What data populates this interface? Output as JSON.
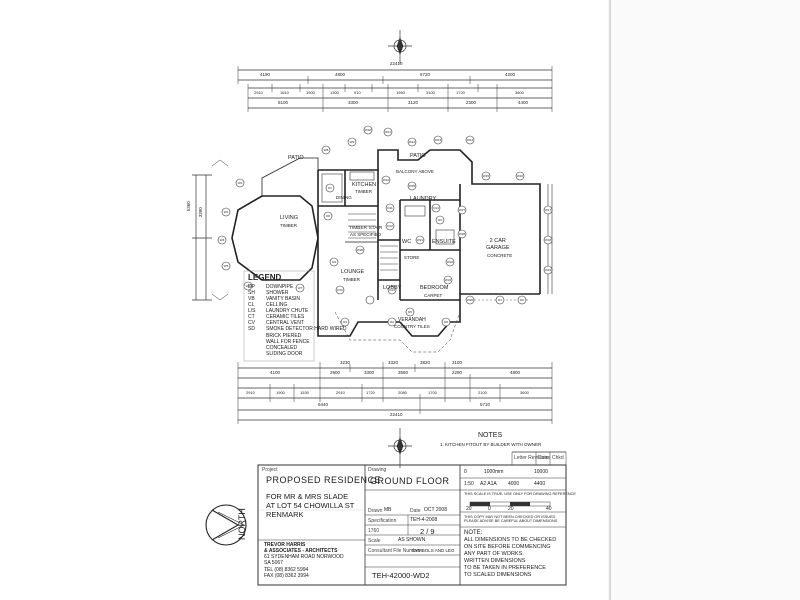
{
  "plan": {
    "rooms": {
      "patio_left": "PATIO",
      "patio_right": "PATIO",
      "living": "LIVING",
      "living_sub": "TIMBER",
      "kitchen": "KITCHEN",
      "kitchen_sub": "TIMBER",
      "dining": "DINING",
      "lounge": "LOUNGE",
      "lounge_sub": "TIMBER",
      "timber_stair": "TIMBER STAIR",
      "timber_stair_sub": "AS SPECIFIED",
      "laundry": "LAUNDRY",
      "ensuite": "ENSUITE",
      "wc": "WC",
      "store": "STORE",
      "lobby": "LOBBY",
      "bedroom": "BEDROOM",
      "bedroom_sub": "CARPET",
      "garage": "2 CAR\nGARAGE",
      "garage_sub": "CONCRETE",
      "verandah": "VERANDAH",
      "verandah_sub": "COUNTRY TILES",
      "balcony_above": "BALCONY ABOVE"
    },
    "dims_top": {
      "overall": "22410",
      "row1": [
        "4190",
        "4800",
        "5720",
        "4200"
      ],
      "row2": [
        "2910",
        "1610",
        "1900",
        "1300",
        "910",
        "1950",
        "3100",
        "1720",
        "3600"
      ],
      "row3": [
        "6100",
        "3300",
        "3120",
        "2300",
        "4400"
      ]
    },
    "dims_bottom": {
      "overall": "22410",
      "row1": [
        "3230",
        "3320",
        "3820",
        "3100"
      ],
      "row2": [
        "4100",
        "2900",
        "3300",
        "3560",
        "2290",
        "4800"
      ],
      "row3": [
        "2910",
        "1900",
        "1530",
        "2910",
        "1720",
        "2080",
        "1700",
        "2100",
        "3600"
      ],
      "row4": [
        "9440",
        "5710"
      ]
    },
    "dims_left": [
      "5360",
      "3390"
    ],
    "callouts": [
      "W1",
      "W2",
      "W3",
      "W4",
      "W5",
      "W6",
      "W7",
      "W8",
      "W9",
      "W10",
      "W11",
      "W12",
      "W13",
      "W14",
      "W15",
      "W16",
      "W17",
      "W18",
      "W19",
      "W20",
      "D1",
      "D2",
      "D3",
      "D4",
      "D5",
      "D6",
      "D7",
      "D8",
      "D9",
      "D10",
      "D11",
      "D12",
      "D13",
      "D14",
      "W21",
      "W22",
      "W23",
      "W24",
      "W25",
      "W26",
      "W27",
      "W28"
    ]
  },
  "legend": {
    "title": "LEGEND",
    "items": [
      {
        "code": "DP",
        "desc": "DOWNPIPE"
      },
      {
        "code": "SH",
        "desc": "SHOWER"
      },
      {
        "code": "VB",
        "desc": "VANITY BASIN"
      },
      {
        "code": "CL",
        "desc": "CELLING"
      },
      {
        "code": "L/S",
        "desc": "LAUNDRY CHUTE"
      },
      {
        "code": "CT",
        "desc": "CERAMIC TILES"
      },
      {
        "code": "CV",
        "desc": "CENTRAL VENT"
      },
      {
        "code": "SD",
        "desc": "SMOKE DETECTOR HARD WIRED"
      },
      {
        "code": "",
        "desc": "BRICK PIERED WALL FOR FENCE"
      },
      {
        "code": "",
        "desc": "CONCEALED SLIDING DOOR"
      }
    ]
  },
  "notes": {
    "title": "NOTES",
    "line1": "1. KITCHEN FITOUT BY BUILDER WITH OWNER"
  },
  "north_label": "NORTH",
  "title_block": {
    "project_caption": "Project",
    "project_title": "PROPOSED RESIDENCE",
    "client_lines": [
      "FOR MR & MRS SLADE",
      "AT LOT 54 CHOWILLA ST",
      "RENMARK"
    ],
    "firm_lines": [
      "TREVOR HARRIS",
      "& ASSOCIATES - ARCHITECTS",
      "61 SYDENHAM ROAD NORWOOD",
      "SA 5067",
      "TEL (08) 8362 5994",
      "FAX (08) 8362 3994"
    ],
    "drawing_caption": "Drawing",
    "drawing_title": "GROUND FLOOR",
    "drawn_caption": "Drawn",
    "drawn_value": "MB",
    "date_caption": "Date",
    "date_value": "OCT 2008",
    "spec_caption": "Specification",
    "spec_value": "TEH-4-2008",
    "sheet_caption": "1760",
    "sheet_value": "2 / 9",
    "scale_caption": "Scale",
    "scale_value": "AS SHOWN",
    "consultant_caption": "Consultant File Number",
    "consultant_value": "SYMBOLS AND LEG",
    "drawing_number": "TEH-42000-WD2",
    "rev_headers": [
      "Letter Revisions",
      "Date",
      "Chkd"
    ],
    "scale_bar_1": [
      "0",
      "1000mm",
      "10000"
    ],
    "scale_bar_2": [
      "1:50",
      "A2 A1A",
      "4000",
      "4400"
    ],
    "scale_note": "THIS SCALE IS TRUE. USE ONLY FOR DRAWING REFERENCE",
    "scale_numbers": [
      "20",
      "0",
      "20",
      "40"
    ],
    "copyright": "THIS COPY MAY NOT BEEN CHECKED OR ISSUED. PLEASE ADVISE BE CAREFUL ABOUT DIMENSIONS",
    "note_title": "NOTE:",
    "note_lines": [
      "ALL DIMENSIONS TO BE CHECKED",
      "ON SITE BEFORE COMMENCING",
      "ANY PART OF WORKS.",
      "WRITTEN DIMENSIONS",
      "TO BE TAKEN IN PREFERENCE",
      "TO SCALED DIMENSIONS"
    ]
  }
}
